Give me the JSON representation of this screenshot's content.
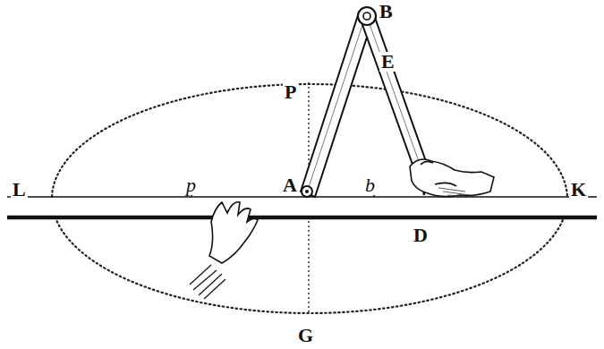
{
  "diagram": {
    "labels": [
      "B",
      "P",
      "E",
      "L",
      "p",
      "A",
      "b",
      "K",
      "D",
      "G"
    ]
  }
}
